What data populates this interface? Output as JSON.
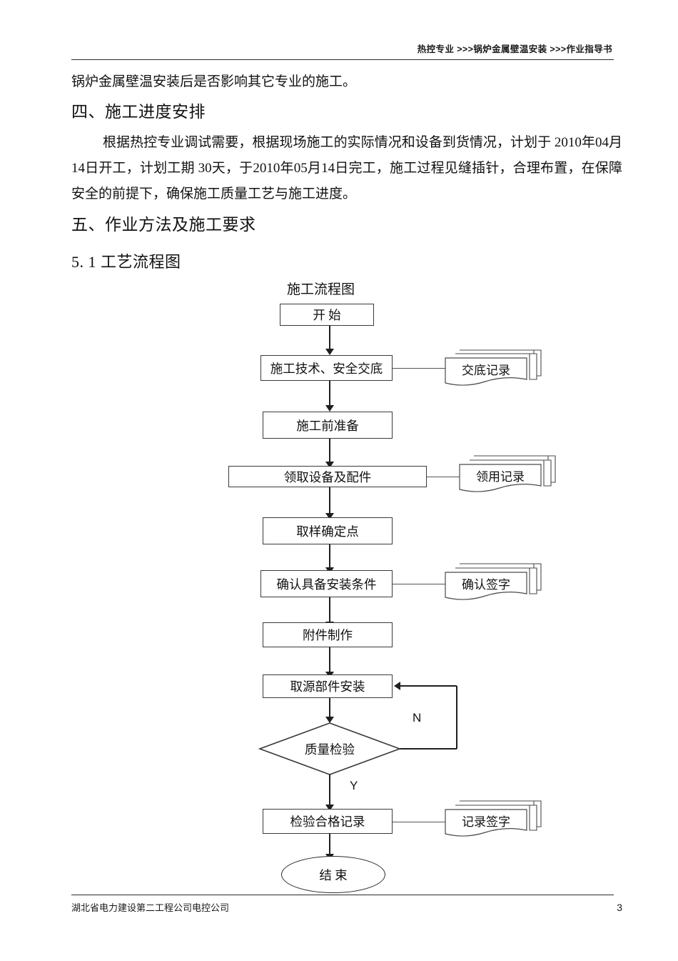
{
  "header": {
    "text": "热控专业 >>>锅炉金属壁温安装  >>>作业指导书"
  },
  "content": {
    "lead_paragraph": "锅炉金属壁温安装后是否影响其它专业的施工。",
    "section_4_title": "四、施工进度安排",
    "section_4_body": "根据热控专业调试需要，根据现场施工的实际情况和设备到货情况，计划于      2010年04月14日开工，计划工期 30天，于2010年05月14日完工，施工过程见缝插针，合理布置，在保障安全的前提下，确保施工质量工艺与施工进度。",
    "section_5_title": "五、作业方法及施工要求",
    "section_5_1_title": "5. 1  工艺流程图"
  },
  "flowchart": {
    "title": "施工流程图",
    "type": "process-flow",
    "nodes": [
      {
        "id": "start",
        "label": "开 始",
        "shape": "rect"
      },
      {
        "id": "n1",
        "label": "施工技术、安全交底",
        "shape": "rect"
      },
      {
        "id": "n2",
        "label": "施工前准备",
        "shape": "rect"
      },
      {
        "id": "n3",
        "label": "领取设备及配件",
        "shape": "rect"
      },
      {
        "id": "n4",
        "label": "取样确定点",
        "shape": "rect"
      },
      {
        "id": "n5",
        "label": "确认具备安装条件",
        "shape": "rect"
      },
      {
        "id": "n6",
        "label": "附件制作",
        "shape": "rect"
      },
      {
        "id": "n7",
        "label": "取源部件安装",
        "shape": "rect"
      },
      {
        "id": "check",
        "label": "质量检验",
        "shape": "diamond"
      },
      {
        "id": "n8",
        "label": "检验合格记录",
        "shape": "rect"
      },
      {
        "id": "end",
        "label": "结  束",
        "shape": "ellipse"
      }
    ],
    "documents": [
      {
        "id": "d1",
        "label": "交底记录",
        "attached_to": "n1"
      },
      {
        "id": "d2",
        "label": "领用记录",
        "attached_to": "n3"
      },
      {
        "id": "d3",
        "label": "确认签字",
        "attached_to": "n5"
      },
      {
        "id": "d4",
        "label": "记录签字",
        "attached_to": "n8"
      }
    ],
    "branches": [
      {
        "label": "N",
        "from": "check",
        "to": "n7",
        "direction": "feedback-up"
      },
      {
        "label": "Y",
        "from": "check",
        "to": "n8",
        "direction": "down"
      }
    ]
  },
  "footer": {
    "company": "湖北省电力建设第二工程公司电控公司",
    "page_number": "3"
  },
  "colors": {
    "page_background": "#ffffff",
    "text": "#111111",
    "rule": "#2a2a2a",
    "node_border": "#3a3a3a",
    "connector": "#1f1f1f"
  }
}
